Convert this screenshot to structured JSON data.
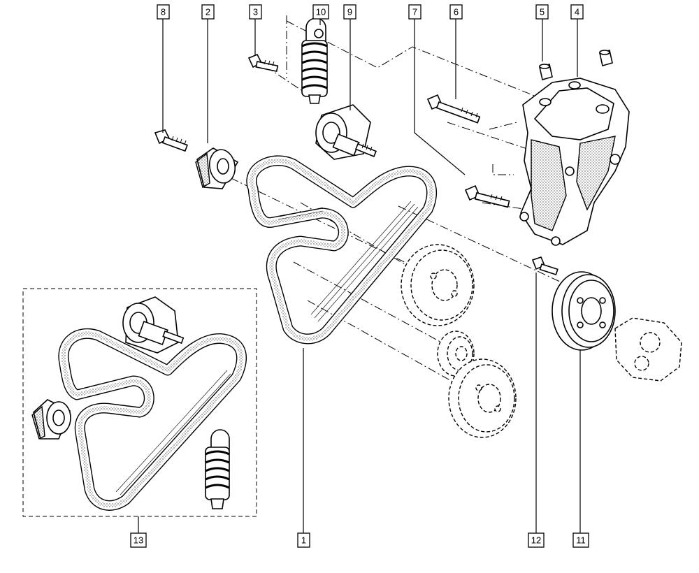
{
  "callouts": [
    {
      "id": "8",
      "label": "8"
    },
    {
      "id": "2",
      "label": "2"
    },
    {
      "id": "3",
      "label": "3"
    },
    {
      "id": "10",
      "label": "10"
    },
    {
      "id": "9",
      "label": "9"
    },
    {
      "id": "7",
      "label": "7"
    },
    {
      "id": "6",
      "label": "6"
    },
    {
      "id": "5",
      "label": "5"
    },
    {
      "id": "4",
      "label": "4"
    },
    {
      "id": "13",
      "label": "13"
    },
    {
      "id": "1",
      "label": "1"
    },
    {
      "id": "12",
      "label": "12"
    },
    {
      "id": "11",
      "label": "11"
    }
  ]
}
